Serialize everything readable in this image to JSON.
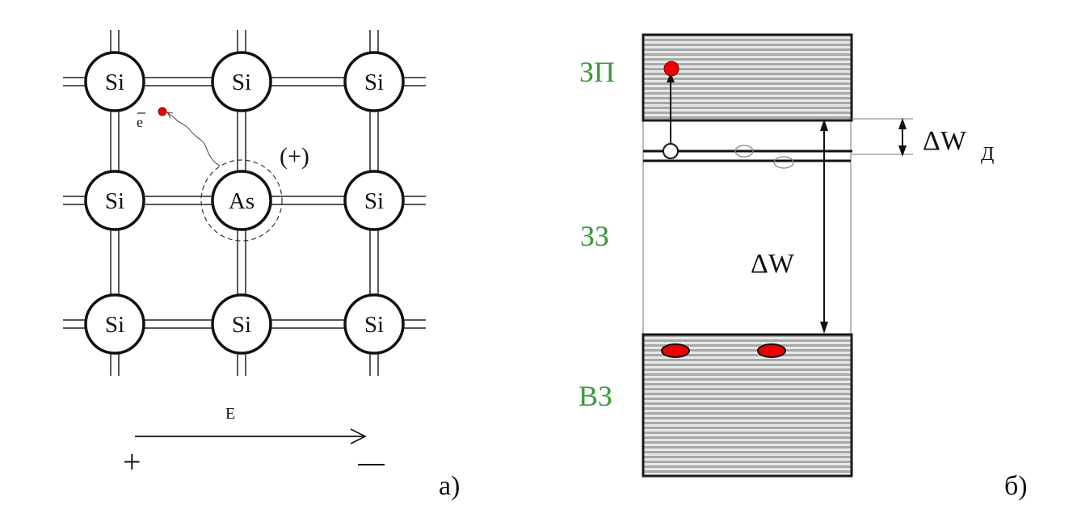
{
  "figure_a": {
    "caption": "а)",
    "lattice": {
      "rows": [
        [
          "Si",
          "Si",
          "Si"
        ],
        [
          "Si",
          "As",
          "Si"
        ],
        [
          "Si",
          "Si",
          "Si"
        ]
      ]
    },
    "electron_label": "e",
    "ion_charge_label": "(+)",
    "field": {
      "label": "E",
      "plus_label": "+",
      "minus_label": "−"
    },
    "colors": {
      "electron": "#ee0000"
    }
  },
  "figure_b": {
    "caption": "б)",
    "bands": {
      "conduction_label": "ЗП",
      "gap_label": "ЗЗ",
      "valence_label": "ВЗ"
    },
    "gap_energy_label": "ΔW",
    "donor_energy_label": "ΔW",
    "donor_energy_subscript": "Д",
    "colors": {
      "labels": "#3a9a3a",
      "electron": "#ee0000",
      "band_fill": "#b8b8b8"
    }
  }
}
